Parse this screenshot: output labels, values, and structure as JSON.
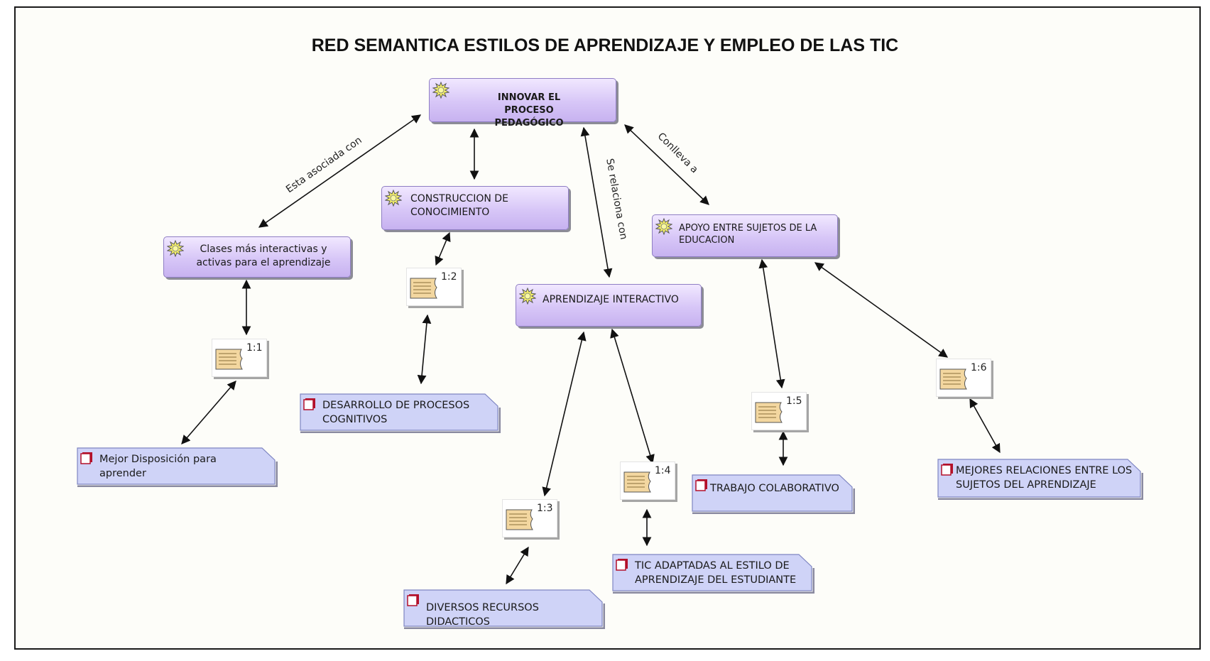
{
  "title": "RED SEMANTICA ESTILOS DE APRENDIZAJE Y EMPLEO DE LAS TIC",
  "concepts": {
    "innovar": {
      "label": "INNOVAR EL PROCESO PEDAGÓGICO",
      "icon": "concept-icon"
    },
    "construccion": {
      "label": "CONSTRUCCION DE CONOCIMIENTO",
      "icon": "concept-icon"
    },
    "clases": {
      "label": "Clases más interactivas y activas para el aprendizaje",
      "icon": "concept-icon"
    },
    "aprendizaje": {
      "label": "APRENDIZAJE INTERACTIVO",
      "icon": "concept-icon"
    },
    "apoyo": {
      "label": "APOYO ENTRE SUJETOS DE LA EDUCACION",
      "icon": "concept-icon"
    }
  },
  "quotations": {
    "q1": "1:1",
    "q2": "1:2",
    "q3": "1:3",
    "q4": "1:4",
    "q5": "1:5",
    "q6": "1:6"
  },
  "documents": {
    "mejor": "Mejor Disposición para aprender",
    "desarrollo": "DESARROLLO DE PROCESOS COGNITIVOS",
    "diversos": "DIVERSOS RECURSOS DIDACTICOS",
    "tic": "TIC ADAPTADAS AL  ESTILO DE APRENDIZAJE DEL ESTUDIANTE",
    "trabajo": "TRABAJO COLABORATIVO",
    "mejores": "MEJORES RELACIONES ENTRE LOS SUJETOS DEL APRENDIZAJE"
  },
  "link_labels": {
    "asociada": "Esta asociada con",
    "relaciona": "Se relaciona con",
    "conlleva": "Conlleva a"
  },
  "colors": {
    "concept_fill": "#d7c6f7",
    "concept_border": "#8f7ec4",
    "document_fill": "#cfd3f7",
    "document_icon": "#b3102a",
    "quote_icon": "#f3d7a0",
    "link": "#111111"
  }
}
